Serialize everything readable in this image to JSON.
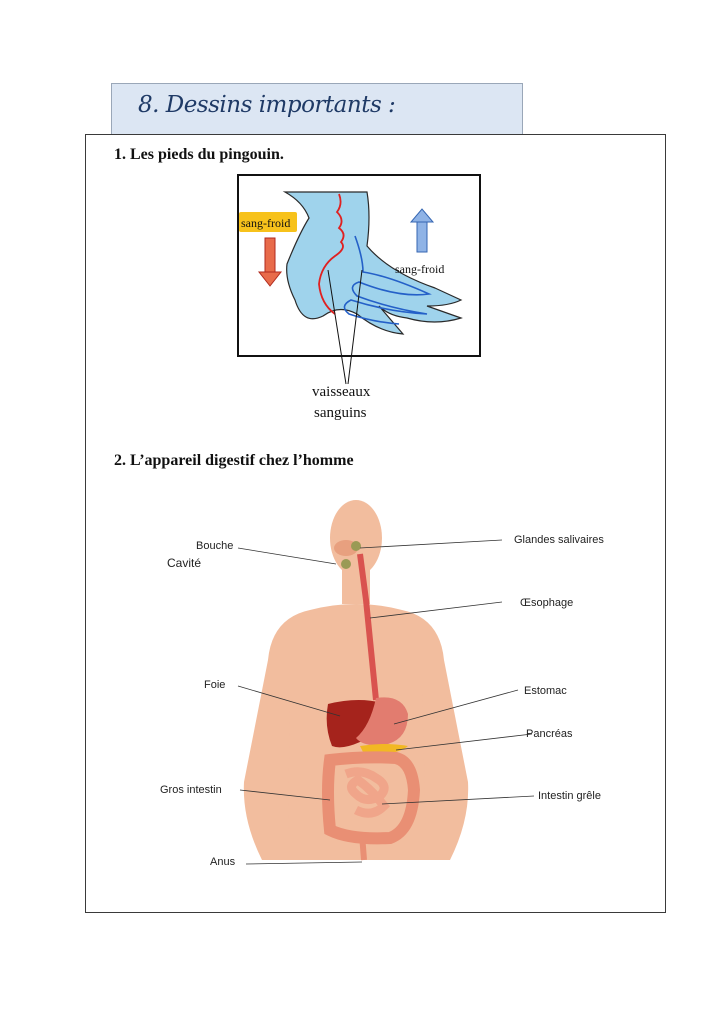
{
  "header": {
    "title": "8. Dessins importants :"
  },
  "sections": [
    {
      "heading": "1.  Les pieds du pingouin."
    },
    {
      "heading": "2.  L’appareil digestif chez l’homme"
    }
  ],
  "penguin_diagram": {
    "label_left": "sang-froid",
    "label_right": "sang-froid",
    "vessels_line1": "vaisseaux",
    "vessels_line2": "sanguins"
  },
  "digestive_diagram": {
    "labels": {
      "bouche": "Bouche",
      "cavite": "Cavité",
      "foie": "Foie",
      "gros_intestin": "Gros intestin",
      "anus": "Anus",
      "glandes": "Glandes salivaires",
      "oesophage": "Œsophage",
      "estomac": "Estomac",
      "pancreas": "Pancréas",
      "intestin_grele": "Intestin grêle"
    }
  },
  "colors": {
    "title_bg": "#dce6f3",
    "title_text": "#1f3a66",
    "foot_blue": "#9fd3ec",
    "vessel_red": "#e02020",
    "skin": "#f2bd9e",
    "liver": "#a5231c"
  }
}
